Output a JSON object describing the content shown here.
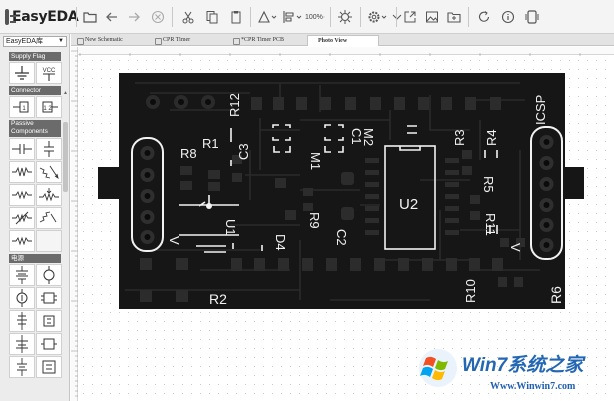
{
  "app": {
    "logo_text": "EasyEDA",
    "zoom_label": "100%"
  },
  "toolbar": {
    "icons": [
      "folder-icon",
      "undo-icon",
      "redo-icon",
      "stop-icon",
      "cut-icon",
      "copy-icon",
      "paste-icon",
      "align-icon",
      "distribute-icon",
      "zoom-icon",
      "settings-gear-icon",
      "snap-icon",
      "export-icon",
      "image-icon",
      "open-folder-icon",
      "refresh-icon",
      "info-icon",
      "board-icon"
    ]
  },
  "left_panel": {
    "library_select": "EasyEDA库",
    "categories": [
      "Supply Flag",
      "Connector",
      "Passive Components",
      "电源"
    ],
    "supply_labels": [
      "VCC"
    ]
  },
  "tabs": [
    {
      "label": "New Schematic",
      "active": false
    },
    {
      "label": "CPR Timer",
      "active": false
    },
    {
      "label": "*CPR Timer PCB",
      "active": false
    },
    {
      "label": "Photo View",
      "active": true
    }
  ],
  "pcb": {
    "designators": {
      "r12": "R12",
      "r1": "R1",
      "r8": "R8",
      "c3": "C3",
      "c1": "C1",
      "m1": "M1",
      "m2": "M2",
      "r9": "R9",
      "u1": "U1",
      "d4": "D4",
      "c2": "C2",
      "u2": "U2",
      "r2": "R2",
      "r10": "R10",
      "r3": "R3",
      "r4": "R4",
      "r5": "R5",
      "r11": "R11",
      "r6": "R6",
      "icsp": "ICSP",
      "v_left": "V",
      "v_right": "V"
    },
    "colors": {
      "board": "#161616",
      "copper": "#262626",
      "silk": "#f2f2f2",
      "pad": "#2c2c2c"
    }
  },
  "watermark": {
    "title": "Win7系统之家",
    "url": "Www.Winwin7.com"
  }
}
